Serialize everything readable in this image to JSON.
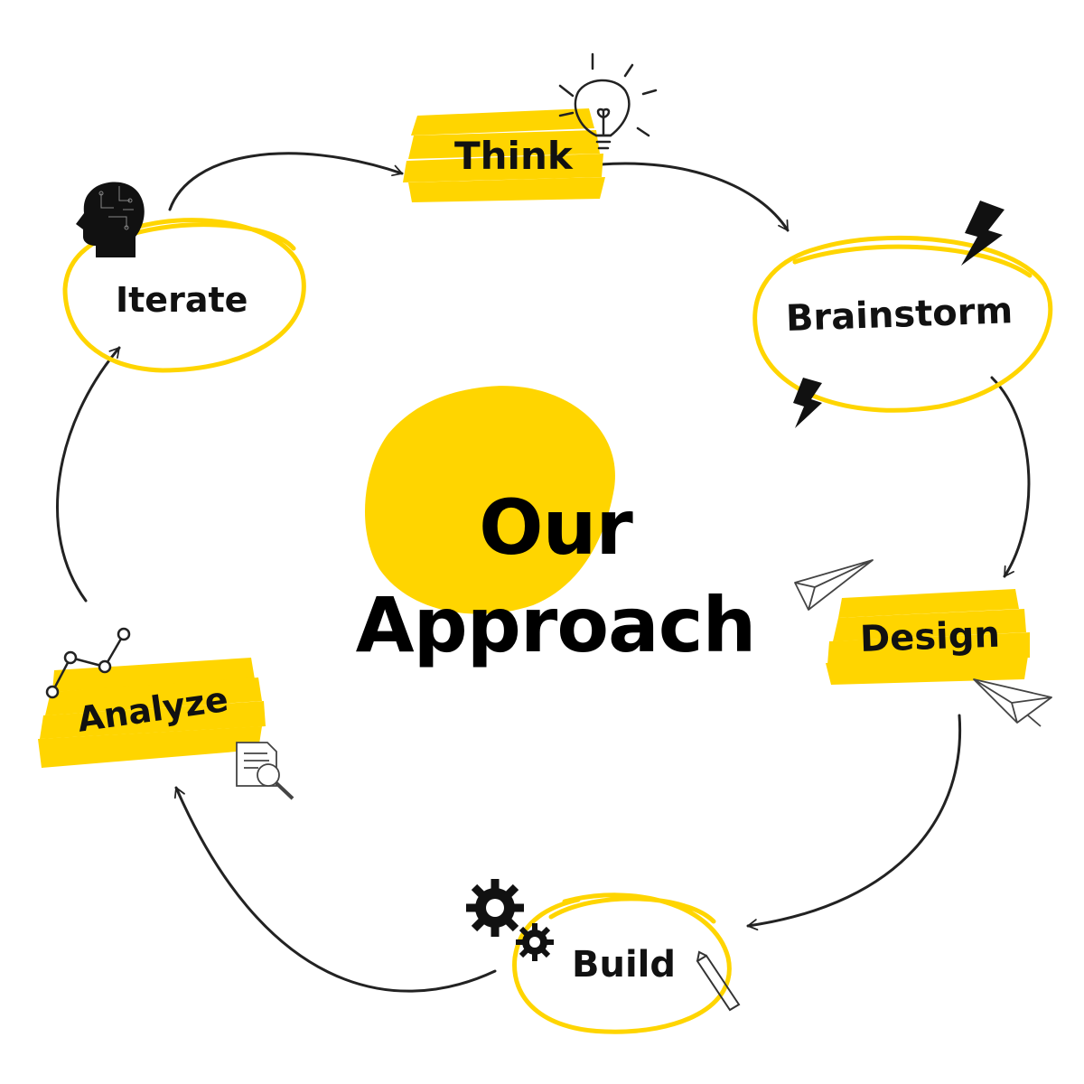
{
  "title": {
    "line1": "Our",
    "line2": "Approach"
  },
  "steps": [
    {
      "label": "Think",
      "style": "brush-highlight",
      "icon": "lightbulb-icon"
    },
    {
      "label": "Brainstorm",
      "style": "circled",
      "icon": "lightning-icon"
    },
    {
      "label": "Design",
      "style": "brush-highlight",
      "icon": "paper-plane-icon"
    },
    {
      "label": "Build",
      "style": "circled",
      "icon": "gears-icon"
    },
    {
      "label": "Analyze",
      "style": "brush-highlight",
      "icon": "line-chart-icon"
    },
    {
      "label": "Iterate",
      "style": "circled",
      "icon": "brain-head-icon"
    }
  ],
  "colors": {
    "accent": "#FFD500",
    "ink": "#111111",
    "background": "#FFFFFF"
  }
}
